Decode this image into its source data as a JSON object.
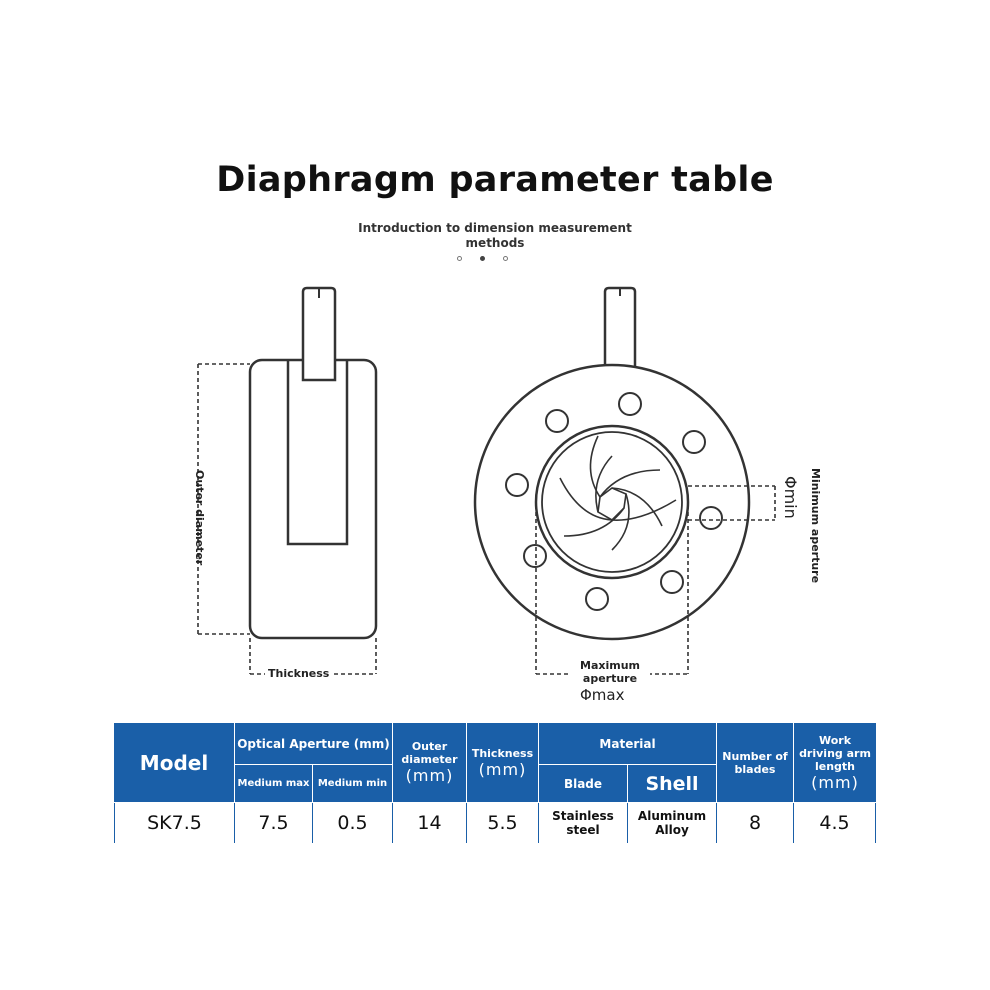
{
  "title": "Diaphragm parameter table",
  "subtitle": "Introduction to dimension measurement methods",
  "carousel": {
    "count": 3,
    "active": 1
  },
  "side_view": {
    "outer_diameter_label": "Outer diameter",
    "thickness_label": "Thickness"
  },
  "front_view": {
    "minimum_aperture_label": "Minimum aperture",
    "phi_min": "Φmin",
    "maximum_aperture_label": "Maximum aperture",
    "phi_max": "Φmax"
  },
  "table": {
    "headers": {
      "model": "Model",
      "optical_aperture": "Optical Aperture (mm)",
      "medium_max": "Medium max",
      "medium_min": "Medium min",
      "outer_diameter": "Outer diameter",
      "outer_diameter_unit": "(mm)",
      "thickness": "Thickness",
      "thickness_unit": "(mm)",
      "material": "Material",
      "blade": "Blade",
      "shell": "Shell",
      "number_of_blades": "Number of blades",
      "work_driving_arm_length": "Work driving arm length",
      "arm_unit": "(mm)"
    },
    "rows": [
      {
        "model": "SK7.5",
        "medium_max": "7.5",
        "medium_min": "0.5",
        "outer_diameter": "14",
        "thickness": "5.5",
        "blade": "Stainless steel",
        "shell": "Aluminum Alloy",
        "number_of_blades": "8",
        "arm_length": "4.5"
      }
    ]
  }
}
